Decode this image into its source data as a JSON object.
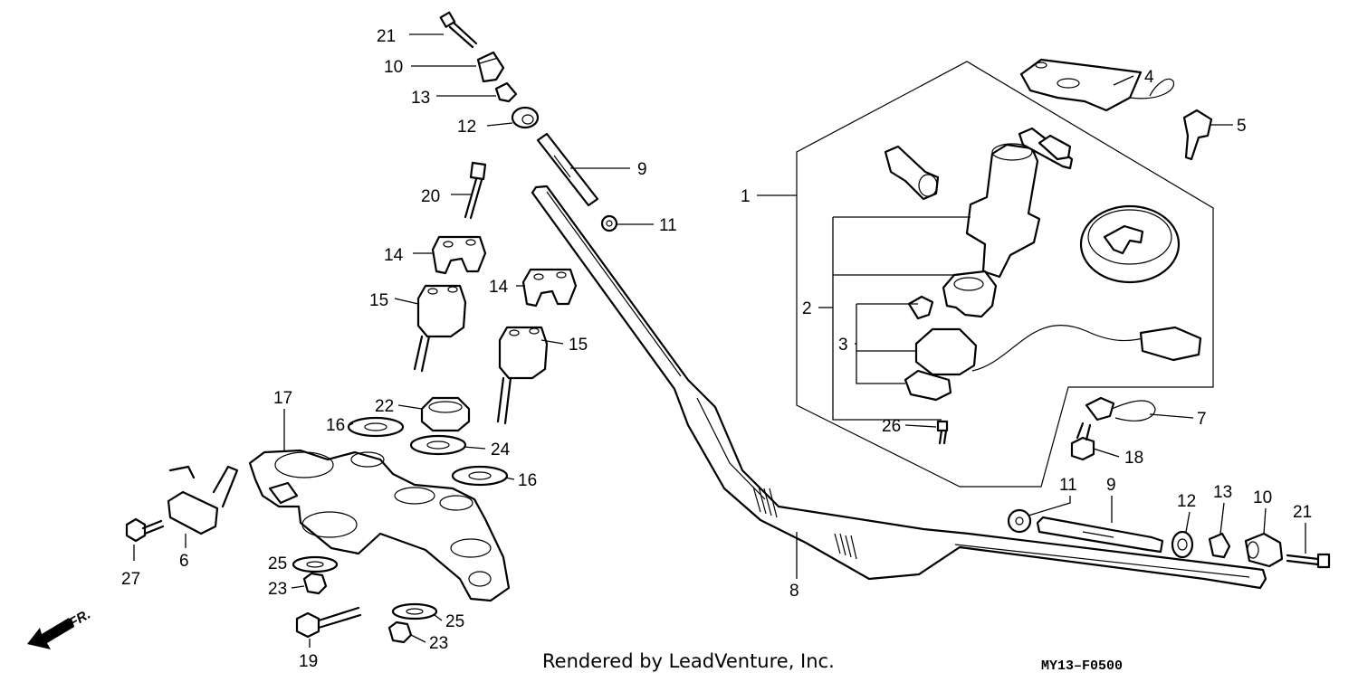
{
  "diagram": {
    "footer_text": "Rendered by LeadVenture, Inc.",
    "figure_code": "MY13–F0500",
    "direction_label": "FR.",
    "callouts": [
      {
        "id": "c-21a",
        "label": "21"
      },
      {
        "id": "c-10a",
        "label": "10"
      },
      {
        "id": "c-13a",
        "label": "13"
      },
      {
        "id": "c-12a",
        "label": "12"
      },
      {
        "id": "c-9a",
        "label": "9"
      },
      {
        "id": "c-20",
        "label": "20"
      },
      {
        "id": "c-11a",
        "label": "11"
      },
      {
        "id": "c-14a",
        "label": "14"
      },
      {
        "id": "c-14b",
        "label": "14"
      },
      {
        "id": "c-15a",
        "label": "15"
      },
      {
        "id": "c-15b",
        "label": "15"
      },
      {
        "id": "c-17",
        "label": "17"
      },
      {
        "id": "c-22",
        "label": "22"
      },
      {
        "id": "c-16a",
        "label": "16"
      },
      {
        "id": "c-24",
        "label": "24"
      },
      {
        "id": "c-16b",
        "label": "16"
      },
      {
        "id": "c-27",
        "label": "27"
      },
      {
        "id": "c-6",
        "label": "6"
      },
      {
        "id": "c-25a",
        "label": "25"
      },
      {
        "id": "c-23a",
        "label": "23"
      },
      {
        "id": "c-25b",
        "label": "25"
      },
      {
        "id": "c-23b",
        "label": "23"
      },
      {
        "id": "c-19",
        "label": "19"
      },
      {
        "id": "c-1",
        "label": "1"
      },
      {
        "id": "c-2",
        "label": "2"
      },
      {
        "id": "c-3",
        "label": "3"
      },
      {
        "id": "c-4",
        "label": "4"
      },
      {
        "id": "c-5",
        "label": "5"
      },
      {
        "id": "c-7",
        "label": "7"
      },
      {
        "id": "c-26",
        "label": "26"
      },
      {
        "id": "c-18",
        "label": "18"
      },
      {
        "id": "c-11b",
        "label": "11"
      },
      {
        "id": "c-9b",
        "label": "9"
      },
      {
        "id": "c-12b",
        "label": "12"
      },
      {
        "id": "c-13b",
        "label": "13"
      },
      {
        "id": "c-10b",
        "label": "10"
      },
      {
        "id": "c-21b",
        "label": "21"
      },
      {
        "id": "c-8",
        "label": "8"
      }
    ]
  }
}
